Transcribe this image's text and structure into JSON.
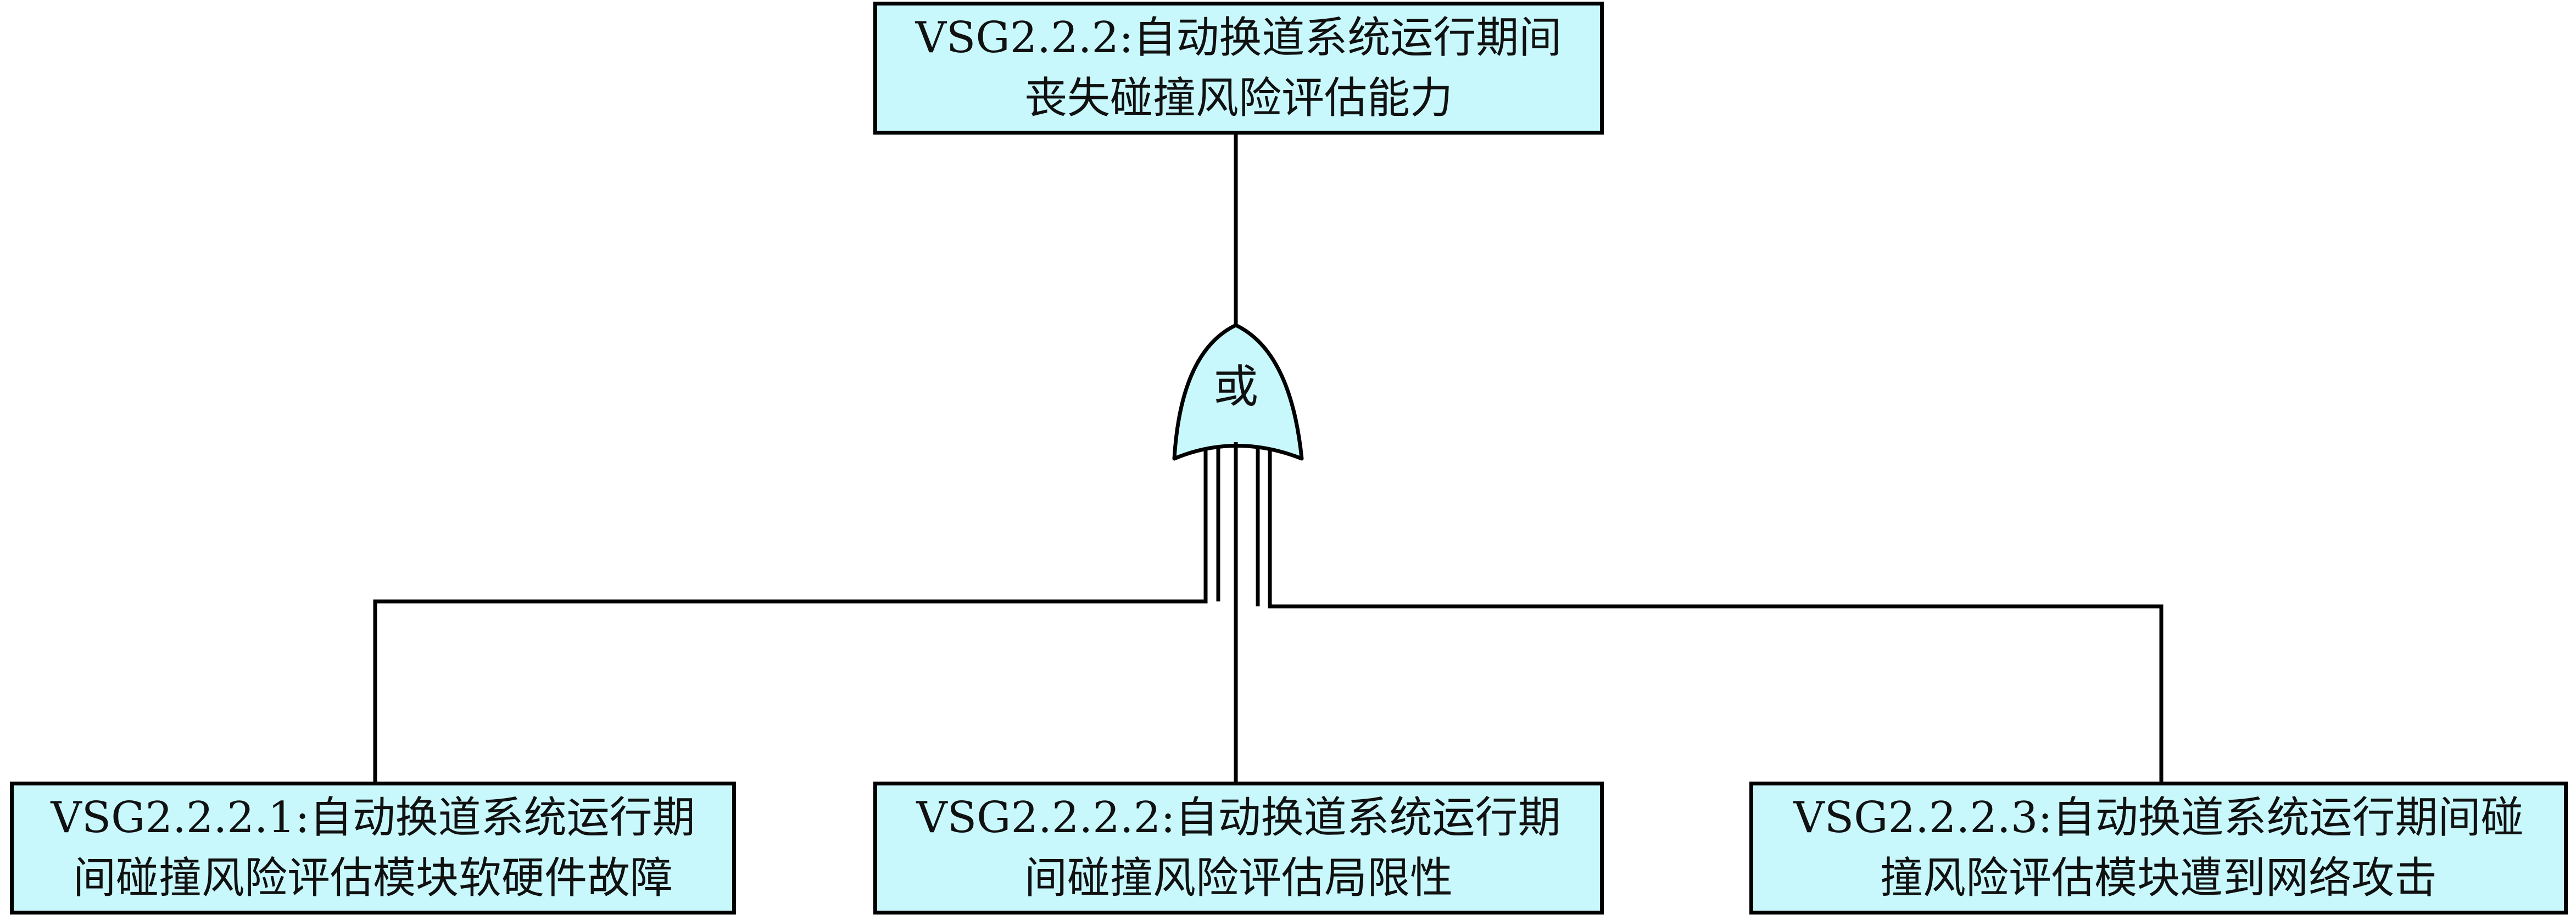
{
  "colors": {
    "box_fill": "#c8f8fb",
    "line": "#000000",
    "text": "#111111"
  },
  "top_event": {
    "line1": "VSG2.2.2:自动换道系统运行期间",
    "line2": "丧失碰撞风险评估能力"
  },
  "gate": {
    "type": "or",
    "label": "或"
  },
  "children": [
    {
      "line1": "VSG2.2.2.1:自动换道系统运行期",
      "line2": "间碰撞风险评估模块软硬件故障"
    },
    {
      "line1": "VSG2.2.2.2:自动换道系统运行期",
      "line2": "间碰撞风险评估局限性"
    },
    {
      "line1": "VSG2.2.2.3:自动换道系统运行期间碰",
      "line2": "撞风险评估模块遭到网络攻击"
    }
  ]
}
